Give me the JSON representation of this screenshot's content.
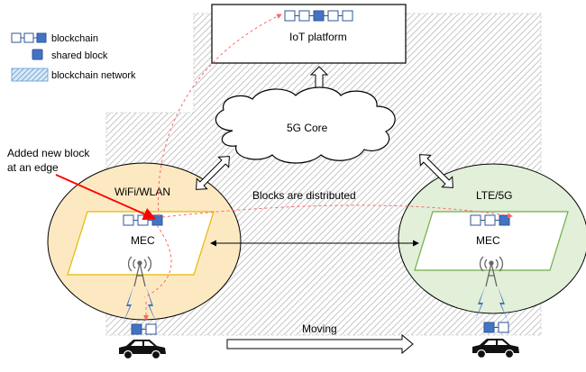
{
  "legend": {
    "blockchain": "blockchain",
    "shared_block": "shared block",
    "network": "blockchain network"
  },
  "nodes": {
    "iot_platform": "IoT platform",
    "core": "5G Core",
    "wifi": "WiFi/WLAN",
    "lte": "LTE/5G",
    "mec_left": "MEC",
    "mec_right": "MEC"
  },
  "annotations": {
    "new_block_line1": "Added new block",
    "new_block_line2": "at an edge",
    "distributed": "Blocks are distributed",
    "moving": "Moving"
  },
  "colors": {
    "block_outline": "#2F5597",
    "shared_block": "#4472C4",
    "wifi_fill": "#FCE9C2",
    "lte_fill": "#E2EFD9",
    "mec_left_border": "#E6B800",
    "mec_right_border": "#70AD47",
    "red_arrow": "#FF0000",
    "dashed": "#FF6666"
  }
}
